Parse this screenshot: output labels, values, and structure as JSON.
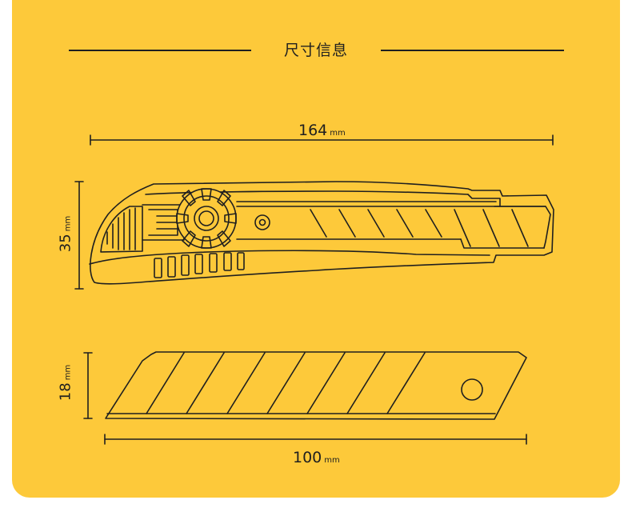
{
  "section": {
    "title": "尺寸信息"
  },
  "knife": {
    "length": {
      "value": "164",
      "unit": "mm"
    },
    "height": {
      "value": "35",
      "unit": "mm"
    }
  },
  "blade": {
    "width": {
      "value": "18",
      "unit": "mm"
    },
    "length": {
      "value": "100",
      "unit": "mm"
    }
  },
  "colors": {
    "background": "#fdc93a",
    "line": "#1f1f1f"
  }
}
